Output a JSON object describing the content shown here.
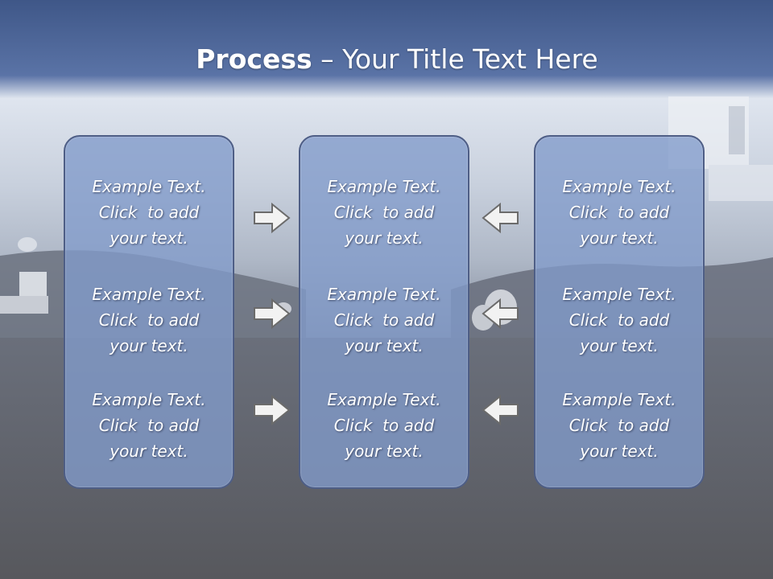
{
  "title": {
    "bold": "Process",
    "rest": " – Your Title Text Here"
  },
  "colors": {
    "header_band": "#4b6194",
    "panel_fill": "#8299ca",
    "panel_border": "#4e5e86",
    "arrow_fill": "#f2f2f2",
    "arrow_stroke": "#6b6b6b"
  },
  "columns": [
    {
      "items": [
        {
          "line1": "Example Text.",
          "line2": "Click  to add",
          "line3": "your text."
        },
        {
          "line1": "Example Text.",
          "line2": "Click  to add",
          "line3": "your text."
        },
        {
          "line1": "Example Text.",
          "line2": "Click  to add",
          "line3": "your text."
        }
      ]
    },
    {
      "items": [
        {
          "line1": "Example Text.",
          "line2": "Click  to add",
          "line3": "your text."
        },
        {
          "line1": "Example Text.",
          "line2": "Click  to add",
          "line3": "your text."
        },
        {
          "line1": "Example Text.",
          "line2": "Click  to add",
          "line3": "your text."
        }
      ]
    },
    {
      "items": [
        {
          "line1": "Example Text.",
          "line2": "Click  to add",
          "line3": "your text."
        },
        {
          "line1": "Example Text.",
          "line2": "Click  to add",
          "line3": "your text."
        },
        {
          "line1": "Example Text.",
          "line2": "Click  to add",
          "line3": "your text."
        }
      ]
    }
  ],
  "arrows": {
    "left_group": "right-arrow-icon",
    "right_group": "left-arrow-icon"
  }
}
